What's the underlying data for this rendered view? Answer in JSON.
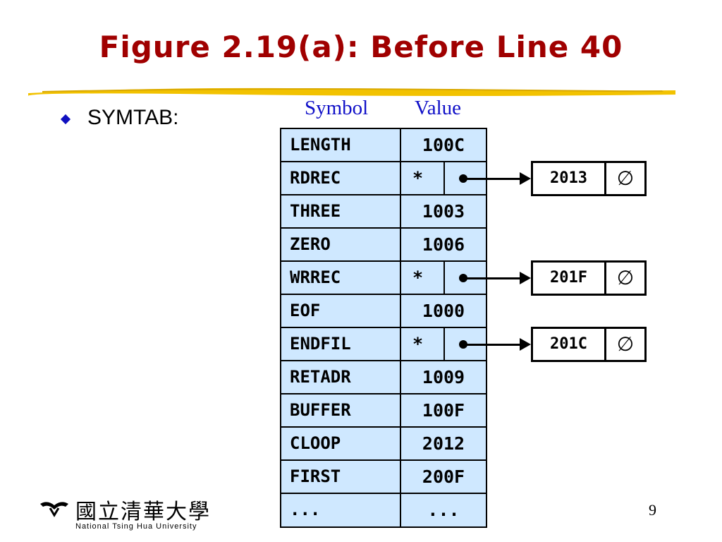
{
  "title": "Figure 2.19(a): Before Line 40",
  "bullet": "SYMTAB:",
  "columns": {
    "symbol": "Symbol",
    "value": "Value"
  },
  "symtab": [
    {
      "symbol": "LENGTH",
      "value": "100C"
    },
    {
      "symbol": "RDREC",
      "value": "*",
      "pointer": true
    },
    {
      "symbol": "THREE",
      "value": "1003"
    },
    {
      "symbol": "ZERO",
      "value": "1006"
    },
    {
      "symbol": "WRREC",
      "value": "*",
      "pointer": true
    },
    {
      "symbol": "EOF",
      "value": "1000"
    },
    {
      "symbol": "ENDFIL",
      "value": "*",
      "pointer": true
    },
    {
      "symbol": "RETADR",
      "value": "1009"
    },
    {
      "symbol": "BUFFER",
      "value": "100F"
    },
    {
      "symbol": "CLOOP",
      "value": "2012"
    },
    {
      "symbol": "FIRST",
      "value": "200F"
    },
    {
      "symbol": "...",
      "value": "..."
    }
  ],
  "forward_refs": [
    {
      "symbol": "RDREC",
      "address": "2013",
      "next": "∅"
    },
    {
      "symbol": "WRREC",
      "address": "201F",
      "next": "∅"
    },
    {
      "symbol": "ENDFIL",
      "address": "201C",
      "next": "∅"
    }
  ],
  "logo": {
    "cjk": "國立清華大學",
    "english": "National Tsing Hua University"
  },
  "page_number": "9",
  "colors": {
    "title": "#a00000",
    "table_bg": "#cfe8ff",
    "heading_blue": "#1010c8",
    "rule_gold": "#f2c200"
  }
}
